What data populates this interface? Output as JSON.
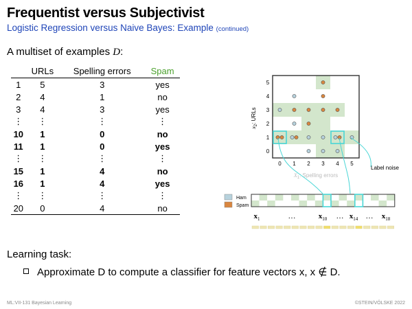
{
  "slide": {
    "title": "Frequentist versus Subjectivist",
    "subtitle_main": "Logistic Regression versus Naive Bayes: Example",
    "subtitle_small": "(continued)",
    "lead_prefix": "A multiset of examples ",
    "lead_var": "D",
    "lead_suffix": ":"
  },
  "table": {
    "headers": [
      "",
      "URLs",
      "Spelling errors",
      "Spam"
    ],
    "rows": [
      {
        "cells": [
          "1",
          "5",
          "3",
          "yes"
        ],
        "bold": false
      },
      {
        "cells": [
          "2",
          "4",
          "1",
          "no"
        ],
        "bold": false
      },
      {
        "cells": [
          "3",
          "4",
          "3",
          "yes"
        ],
        "bold": false
      },
      {
        "cells": [
          "⋮",
          "⋮",
          "⋮",
          "⋮"
        ],
        "bold": false
      },
      {
        "cells": [
          "10",
          "1",
          "0",
          "no"
        ],
        "bold": true
      },
      {
        "cells": [
          "11",
          "1",
          "0",
          "yes"
        ],
        "bold": true
      },
      {
        "cells": [
          "⋮",
          "⋮",
          "⋮",
          "⋮"
        ],
        "bold": false
      },
      {
        "cells": [
          "15",
          "1",
          "4",
          "no"
        ],
        "bold": true
      },
      {
        "cells": [
          "16",
          "1",
          "4",
          "yes"
        ],
        "bold": true
      },
      {
        "cells": [
          "⋮",
          "⋮",
          "⋮",
          "⋮"
        ],
        "bold": false
      },
      {
        "cells": [
          "20",
          "0",
          "4",
          "no"
        ],
        "bold": false
      }
    ]
  },
  "figure": {
    "y_axis_label": "x2: URLs",
    "x_axis_label": "X1: Spelling errors",
    "x_ticks": [
      "0",
      "1",
      "2",
      "3",
      "4",
      "5"
    ],
    "y_ticks": [
      "0",
      "1",
      "2",
      "3",
      "4",
      "5"
    ],
    "label_noise": "Label noise",
    "legend_ham": "Ham",
    "legend_spam": "Spam",
    "vec_labels": [
      "x1",
      "…",
      "x10",
      "…",
      "x14",
      "…",
      "x18"
    ],
    "colors": {
      "ham": "#b7d2dd",
      "spam": "#d9863f",
      "region": "#d3e6cc",
      "highlight": "#49d6d6",
      "strip": "#efe6b4"
    }
  },
  "task": {
    "heading": "Learning task:",
    "bullet_text": "Approximate D to compute a classifier for feature vectors x, x ∉ D."
  },
  "footer": {
    "left": "ML:VII-131    Bayesian Learning",
    "right": "©STEIN/VÖLSKE 2022"
  }
}
